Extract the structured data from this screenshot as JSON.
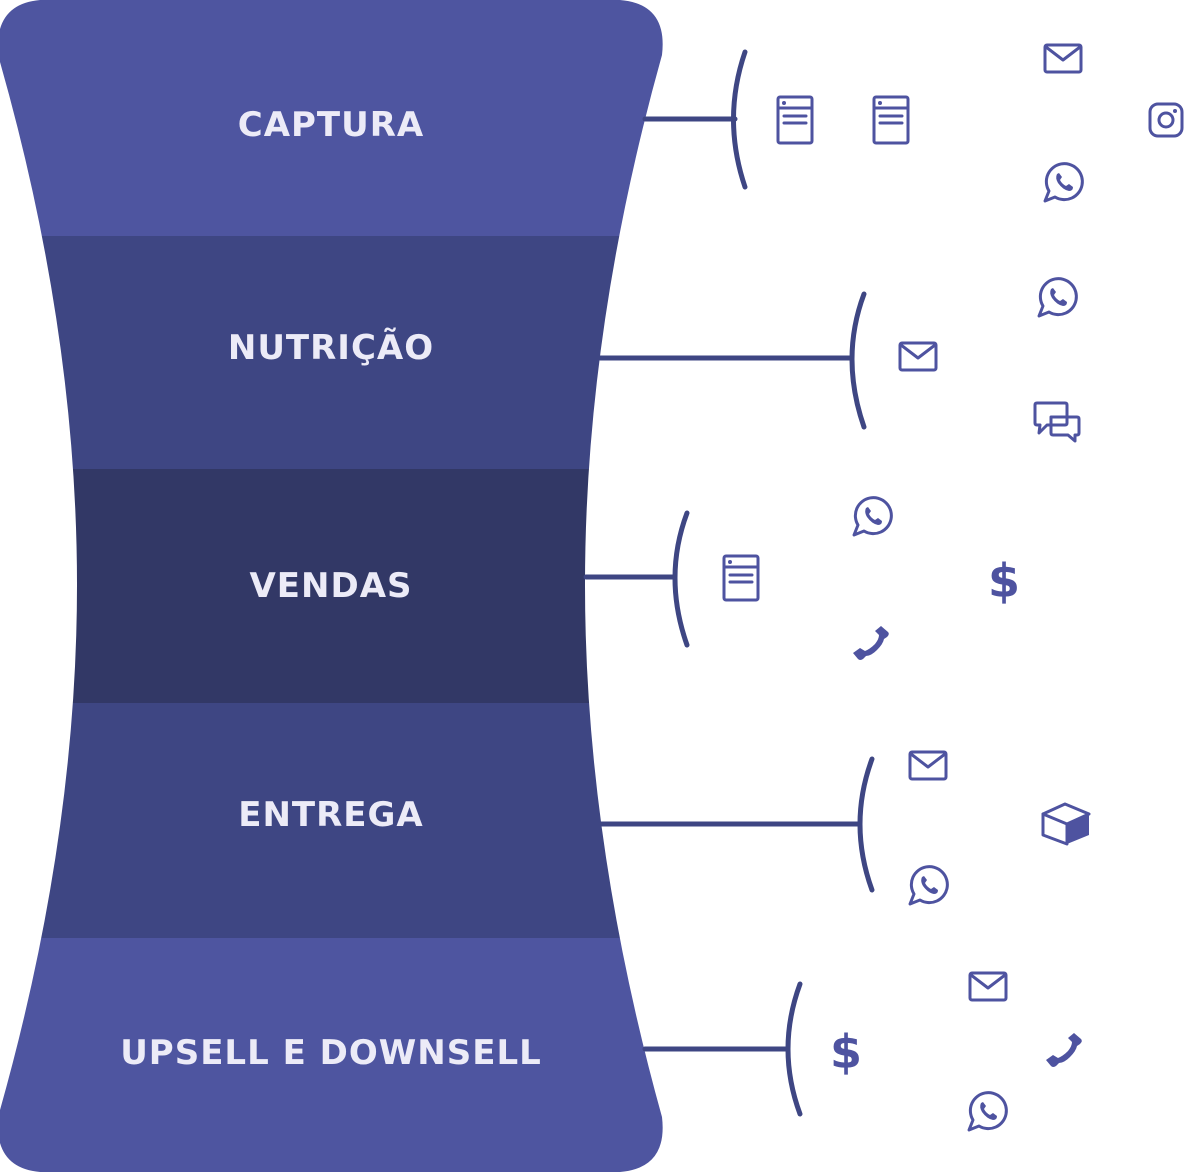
{
  "funnel": {
    "colors": {
      "outer": "#4e55a0",
      "middle": "#3e4683",
      "center": "#323866",
      "label": "#ecebf7",
      "connector": "#3e4683",
      "icon": "#4e53a0"
    },
    "stages": [
      {
        "id": "captura",
        "label": "CAPTURA",
        "icons": [
          "form-icon",
          "form-icon",
          "email-icon",
          "instagram-icon",
          "whatsapp-icon"
        ]
      },
      {
        "id": "nutricao",
        "label": "NUTRIÇÃO",
        "icons": [
          "whatsapp-icon",
          "email-icon",
          "chat-icon"
        ]
      },
      {
        "id": "vendas",
        "label": "VENDAS",
        "icons": [
          "whatsapp-icon",
          "form-icon",
          "dollar-icon",
          "phone-icon"
        ]
      },
      {
        "id": "entrega",
        "label": "ENTREGA",
        "icons": [
          "email-icon",
          "box-icon",
          "whatsapp-icon"
        ]
      },
      {
        "id": "upsell",
        "label": "UPSELL E DOWNSELL",
        "icons": [
          "email-icon",
          "dollar-icon",
          "phone-icon",
          "whatsapp-icon"
        ]
      }
    ],
    "dollar_symbol": "$"
  }
}
